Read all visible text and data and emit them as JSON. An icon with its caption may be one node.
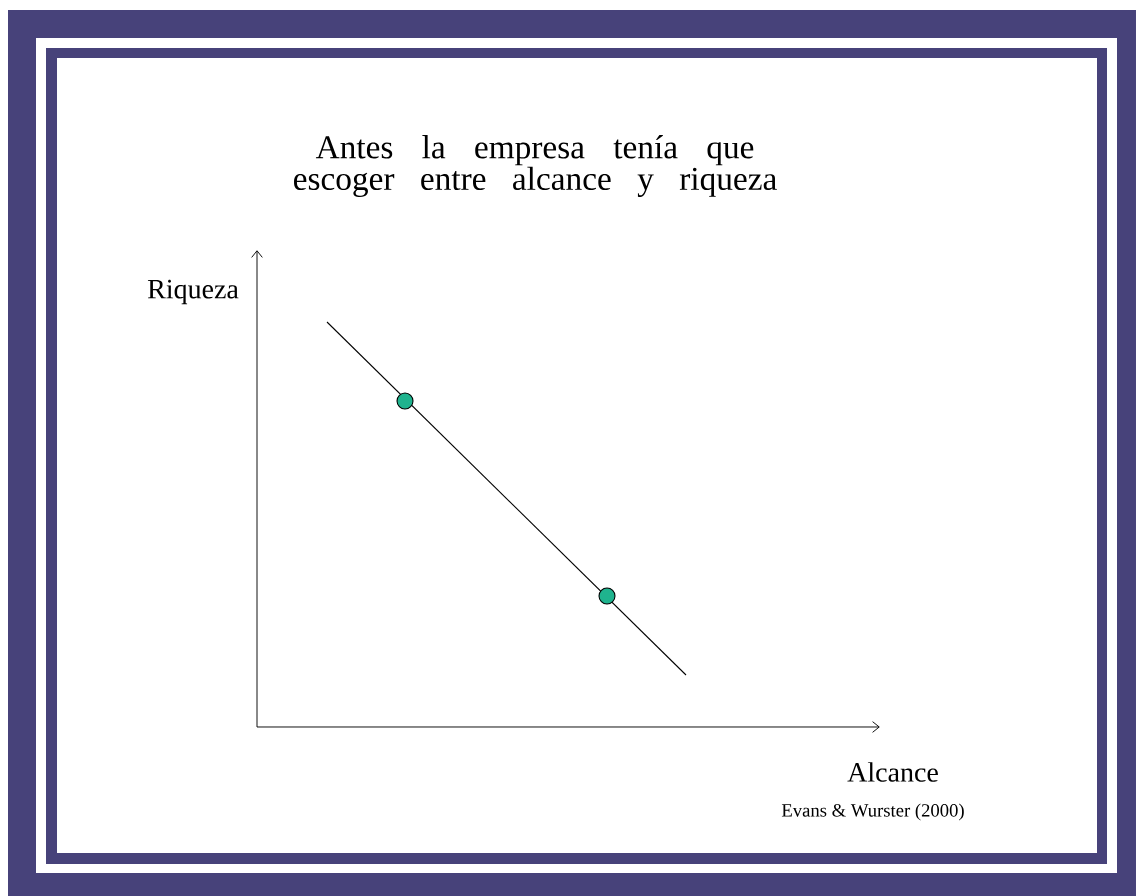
{
  "diagram": {
    "title": "Antes la empresa tenía que escoger entre alcance y riqueza",
    "labels": [
      "Riqueza",
      "Alcance",
      "Evans & Wurster (2000)"
    ]
  }
}
